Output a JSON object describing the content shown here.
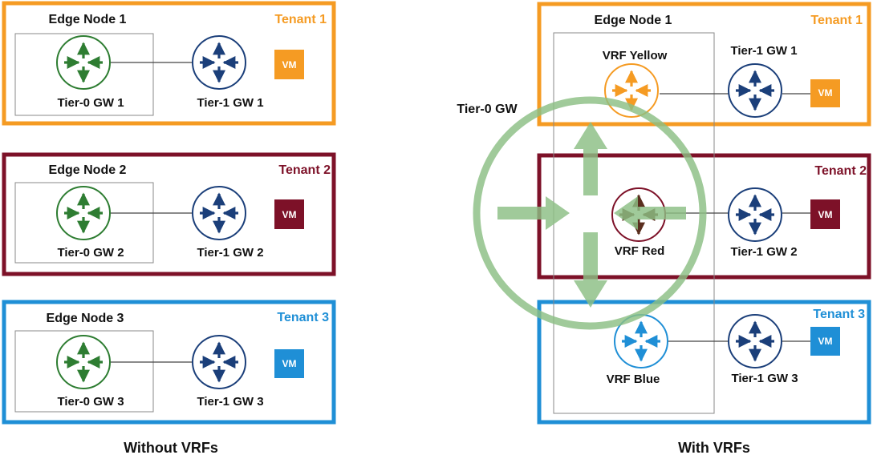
{
  "left": {
    "caption": "Without VRFs",
    "tenants": [
      {
        "name": "Tenant 1",
        "color": "#f59b23",
        "edge": "Edge Node 1",
        "t0": "Tier-0 GW 1",
        "t1": "Tier-1 GW 1",
        "vm": "VM"
      },
      {
        "name": "Tenant 2",
        "color": "#7d1128",
        "edge": "Edge Node 2",
        "t0": "Tier-0 GW 2",
        "t1": "Tier-1 GW 2",
        "vm": "VM"
      },
      {
        "name": "Tenant 3",
        "color": "#1f8fd6",
        "edge": "Edge Node 3",
        "t0": "Tier-0 GW 3",
        "t1": "Tier-1 GW 3",
        "vm": "VM"
      }
    ]
  },
  "right": {
    "caption": "With VRFs",
    "edge": "Edge Node 1",
    "t0": "Tier-0 GW",
    "tenants": [
      {
        "name": "Tenant 1",
        "color": "#f59b23",
        "vrf": "VRF Yellow",
        "t1": "Tier-1 GW 1",
        "vm": "VM"
      },
      {
        "name": "Tenant 2",
        "color": "#7d1128",
        "vrf": "VRF Red",
        "t1": "Tier-1 GW 2",
        "vm": "VM"
      },
      {
        "name": "Tenant 3",
        "color": "#1f8fd6",
        "vrf": "VRF Blue",
        "t1": "Tier-1 GW 3",
        "vm": "VM"
      }
    ]
  },
  "colors": {
    "tier0": "#2e7d32",
    "tier1": "#1b3f7a",
    "big_t0": "#8cbf84",
    "line": "#444444",
    "box": "#888888"
  },
  "icons": {
    "router": "router-arrows-icon",
    "vm": "vm-box-icon",
    "big_t0": "tier0-circle-icon"
  }
}
